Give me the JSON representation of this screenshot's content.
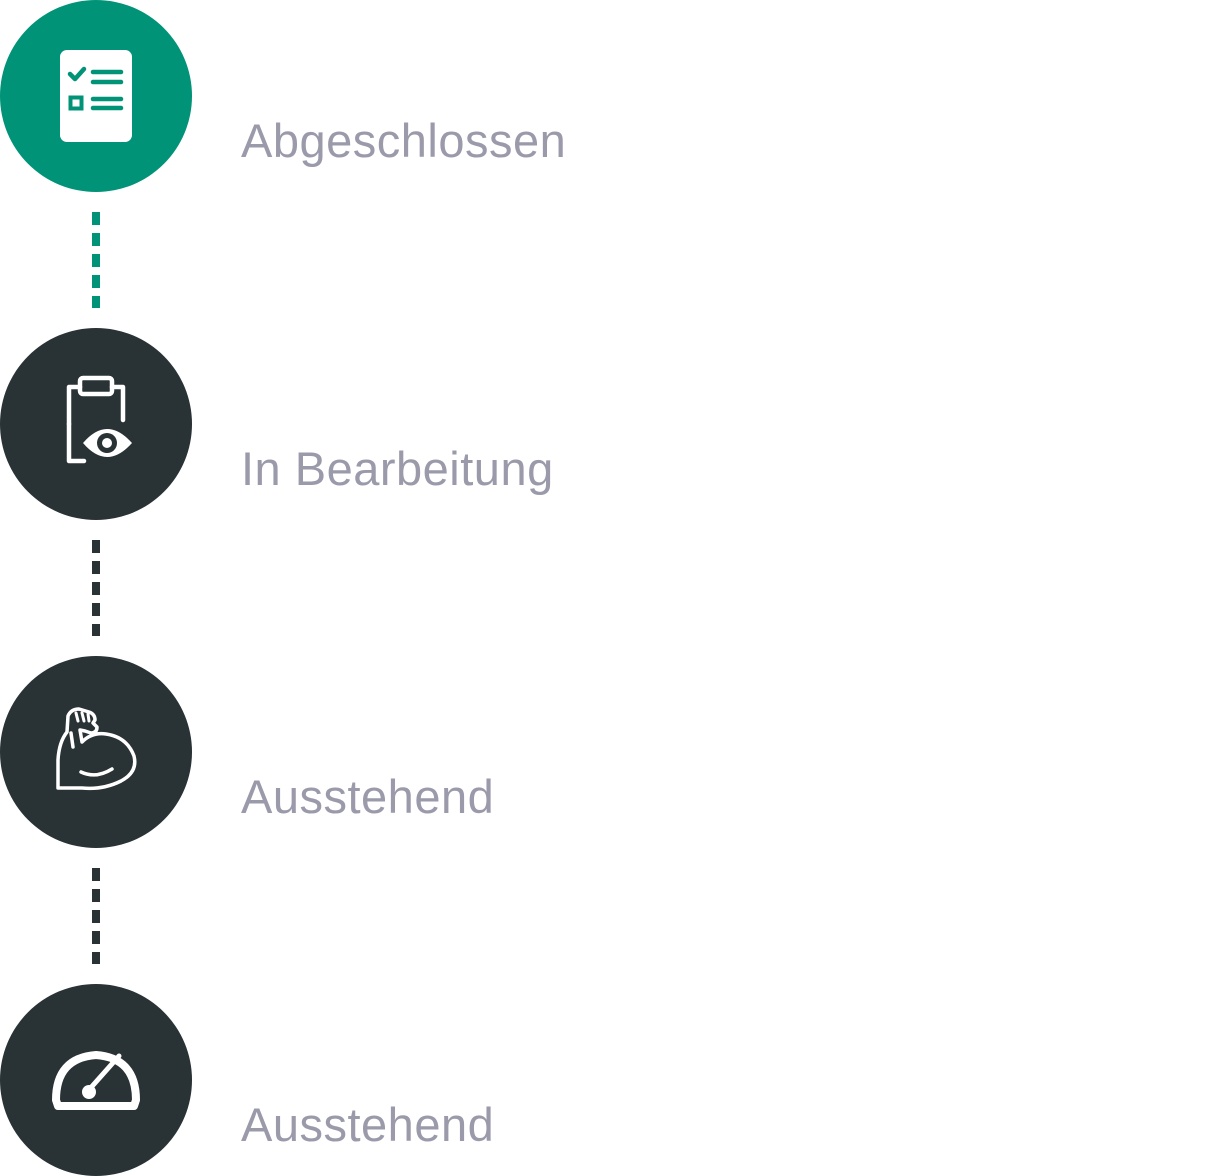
{
  "steps": [
    {
      "status_label": "Abgeschlossen",
      "icon": "checklist-icon",
      "state": "completed"
    },
    {
      "status_label": "In Bearbeitung",
      "icon": "clipboard-eye-icon",
      "state": "in-progress"
    },
    {
      "status_label": "Ausstehend",
      "icon": "flexed-biceps-icon",
      "state": "pending"
    },
    {
      "status_label": "Ausstehend",
      "icon": "speedometer-icon",
      "state": "pending"
    }
  ],
  "colors": {
    "completed": "#009377",
    "default": "#293235",
    "label": "#9a9aaa"
  }
}
